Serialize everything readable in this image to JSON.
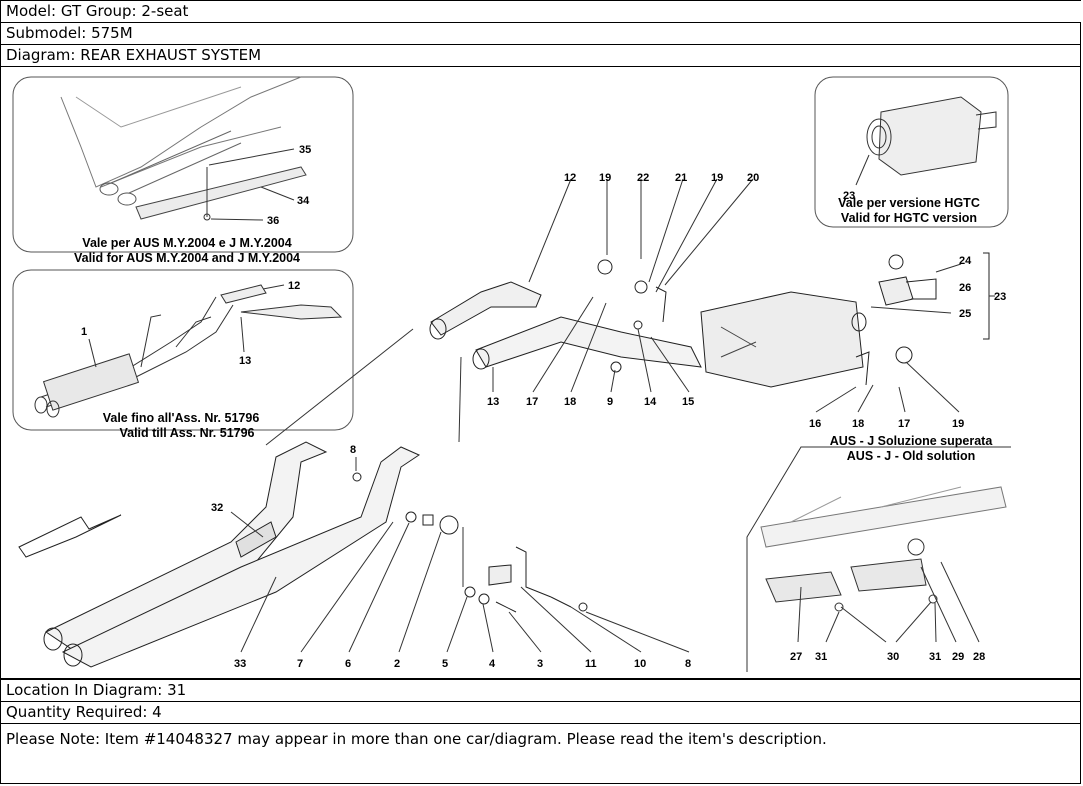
{
  "header": {
    "model": "Model: GT Group: 2-seat",
    "submodel": "Submodel: 575M",
    "diagram": "Diagram: REAR EXHAUST SYSTEM"
  },
  "diagram": {
    "captions": {
      "top_left_1": "Vale per AUS M.Y.2004 e J M.Y.2004",
      "top_left_2": "Valid for AUS M.Y.2004 and J M.Y.2004",
      "mid_left_1": "Vale fino all'Ass. Nr. 51796",
      "mid_left_2": "Valid till Ass. Nr. 51796",
      "top_right_1": "Vale per versione HGTC",
      "top_right_2": "Valid for HGTC version",
      "right_1": "AUS - J  Soluzione superata",
      "right_2": "AUS - J - Old solution"
    },
    "labels": {
      "l35": "35",
      "l34": "34",
      "l36": "36",
      "l12a": "12",
      "l1": "1",
      "l13a": "13",
      "l23a": "23",
      "l12": "12",
      "l19a": "19",
      "l22": "22",
      "l21": "21",
      "l19b": "19",
      "l20": "20",
      "l24": "24",
      "l26": "26",
      "l23b": "23",
      "l25": "25",
      "l13": "13",
      "l17a": "17",
      "l18a": "18",
      "l9": "9",
      "l14": "14",
      "l15": "15",
      "l16": "16",
      "l18b": "18",
      "l17b": "17",
      "l19c": "19",
      "l8a": "8",
      "l32": "32",
      "l33": "33",
      "l7": "7",
      "l6": "6",
      "l2": "2",
      "l5": "5",
      "l4": "4",
      "l3": "3",
      "l11": "11",
      "l10": "10",
      "l8b": "8",
      "l27": "27",
      "l31a": "31",
      "l30": "30",
      "l31b": "31",
      "l29": "29",
      "l28": "28"
    }
  },
  "footer": {
    "location": "Location In Diagram: 31",
    "quantity": "Quantity Required: 4",
    "note": "Please Note: Item #14048327 may appear in more than one car/diagram. Please read the item's description."
  }
}
